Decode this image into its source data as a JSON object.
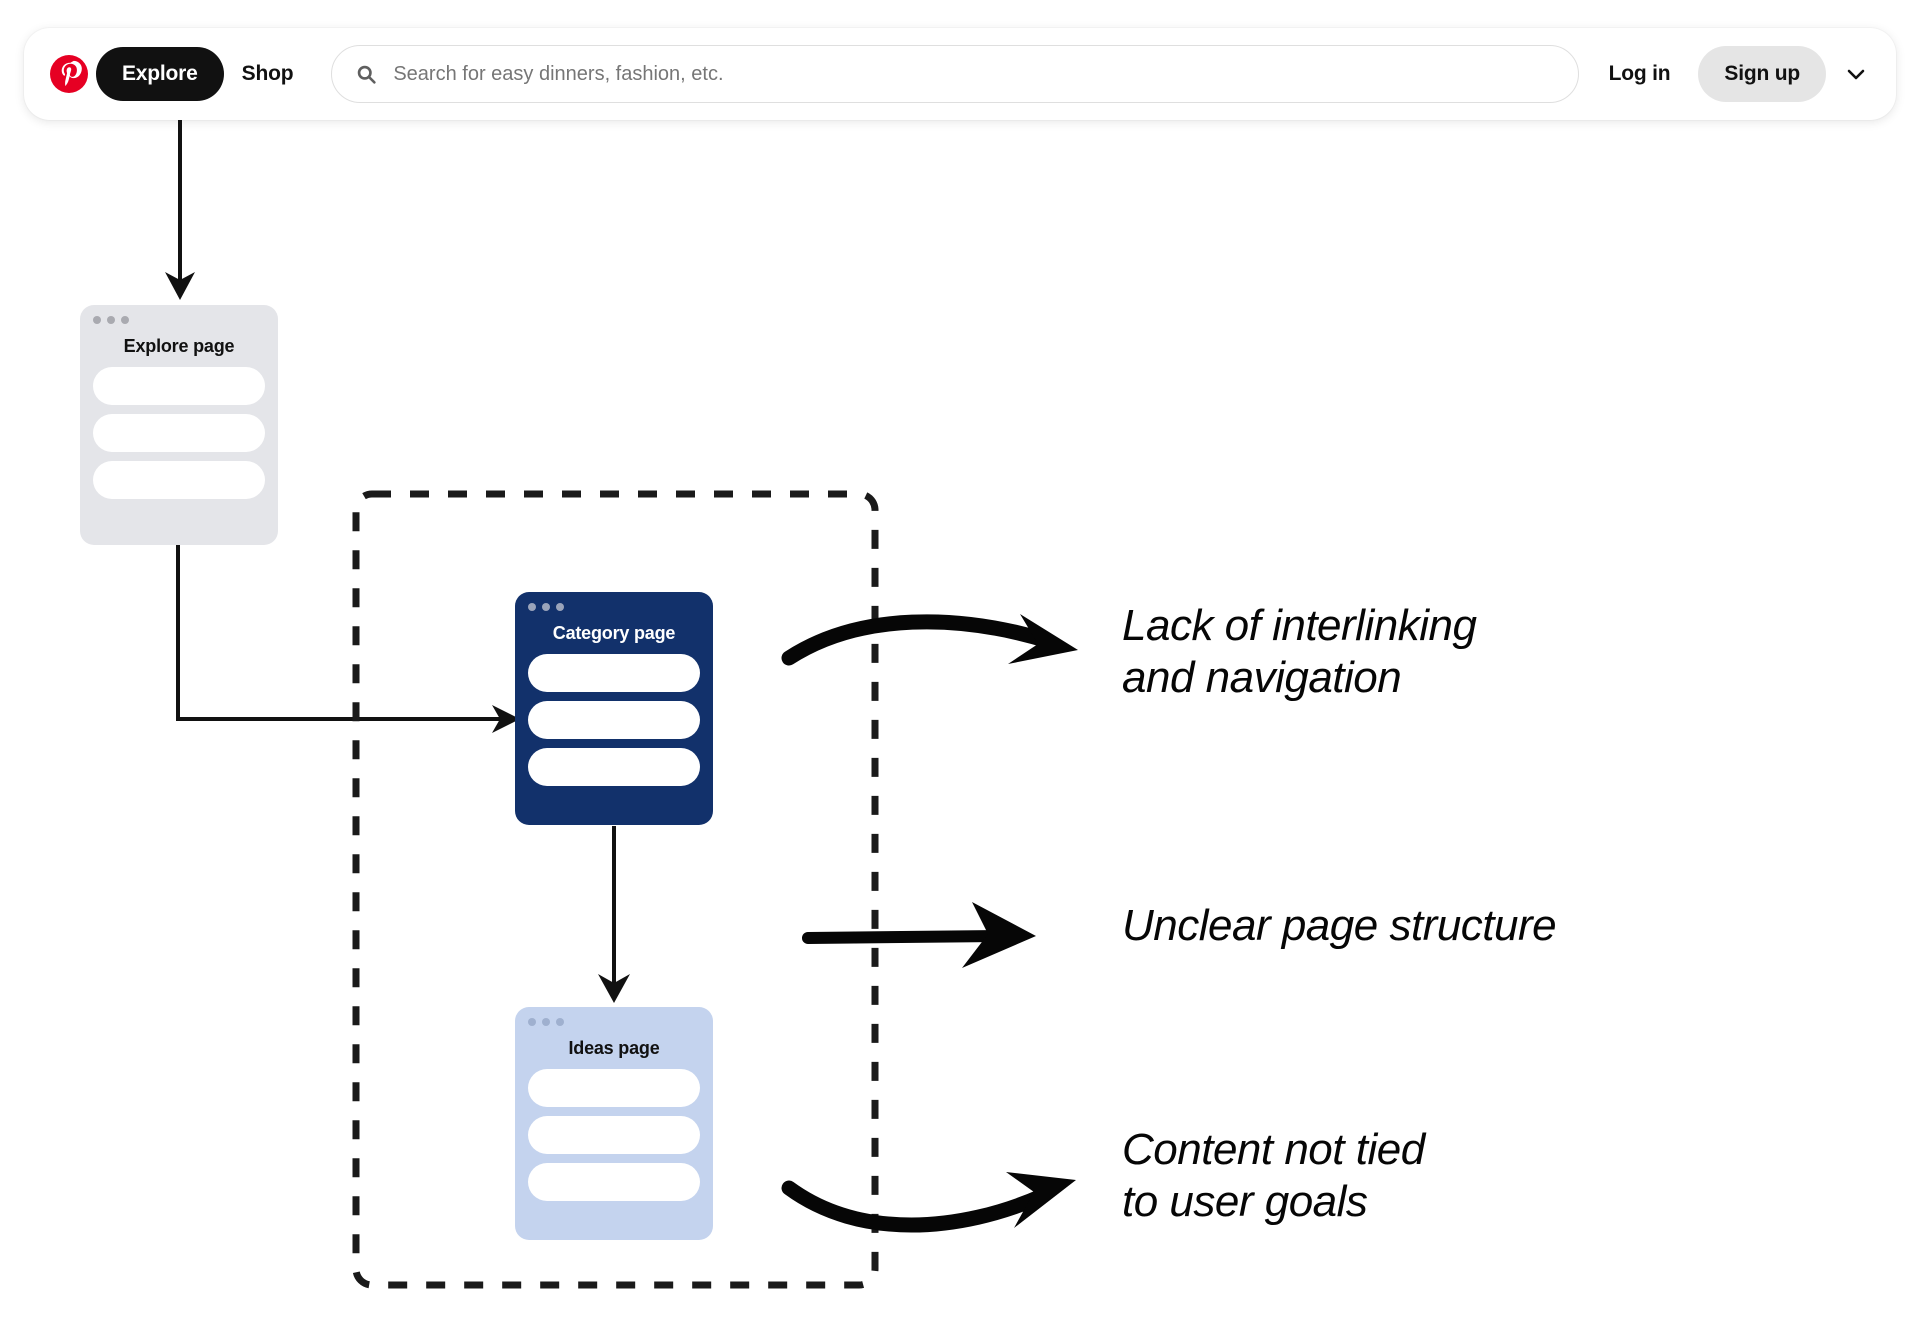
{
  "header": {
    "logo_icon": "pinterest-logo-icon",
    "nav": [
      {
        "label": "Explore",
        "active": true
      },
      {
        "label": "Shop",
        "active": false
      }
    ],
    "search": {
      "icon": "search-icon",
      "value": "",
      "placeholder": "Search for easy dinners, fashion, etc."
    },
    "login_label": "Log in",
    "signup_label": "Sign up",
    "chevron_icon": "chevron-down-icon",
    "brand_color": "#e60023",
    "active_pill_bg": "#111111",
    "signup_bg": "#e5e5e5"
  },
  "diagram": {
    "cards": [
      {
        "id": "explore",
        "title": "Explore page",
        "bg": "#e4e5e9",
        "title_color": "#111111",
        "rows": 3
      },
      {
        "id": "category",
        "title": "Category page",
        "bg": "#12316b",
        "title_color": "#ffffff",
        "rows": 3
      },
      {
        "id": "ideas",
        "title": "Ideas page",
        "bg": "#c4d3ee",
        "title_color": "#111111",
        "rows": 3
      }
    ],
    "grouping_box": {
      "style": "dashed",
      "color": "#1a1a1a"
    },
    "annotations": [
      {
        "id": "lack-of-interlinking",
        "text": "Lack of interlinking\nand navigation"
      },
      {
        "id": "unclear-page-structure",
        "text": "Unclear page structure"
      },
      {
        "id": "content-not-tied-to-user-goals",
        "text": "Content not tied\nto user goals"
      }
    ]
  }
}
